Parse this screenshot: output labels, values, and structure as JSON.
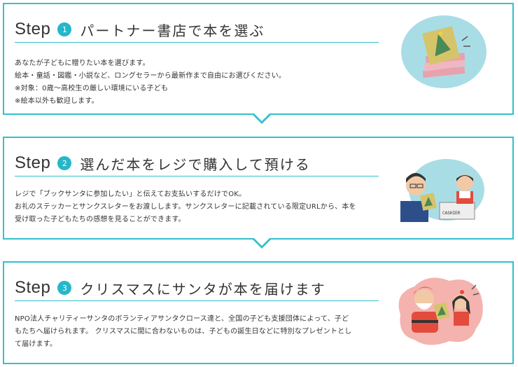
{
  "colors": {
    "accent": "#33c0cd",
    "number_badge": "#25b7c9"
  },
  "steps": [
    {
      "label": "Step",
      "number": "1",
      "title": "パートナー書店で本を選ぶ",
      "lines": [
        "あなたが子どもに贈りたい本を選びます。",
        "絵本・童話・図鑑・小説など、ロングセラーから最新作まで自由にお選びください。",
        "※対象：0歳〜高校生の厳しい環境にいる子ども",
        "※絵本以外も歓迎します。"
      ],
      "illustration": "stacked-books-illustration"
    },
    {
      "label": "Step",
      "number": "2",
      "title": "選んだ本をレジで購入して預ける",
      "lines": [
        "レジで「ブックサンタに参加したい」と伝えてお支払いするだけでOK。",
        "お礼のステッカーとサンクスレターをお渡しします。サンクスレターに記載されている限定URLから、本を",
        "受け取った子どもたちの感想を見ることができます。"
      ],
      "illustration": "bookstore-register-illustration",
      "illustration_text": "CASHIER"
    },
    {
      "label": "Step",
      "number": "3",
      "title": "クリスマスにサンタが本を届けます",
      "lines": [
        "NPO法人チャリティーサンタのボランティアサンタクロース達と、全国の子ども支援団体によって、子ど",
        "もたちへ届けられます。 クリスマスに間に合わないものは、子どもの誕生日などに特別なプレゼントとし",
        "て届けます。"
      ],
      "illustration": "santa-giving-book-illustration"
    }
  ]
}
